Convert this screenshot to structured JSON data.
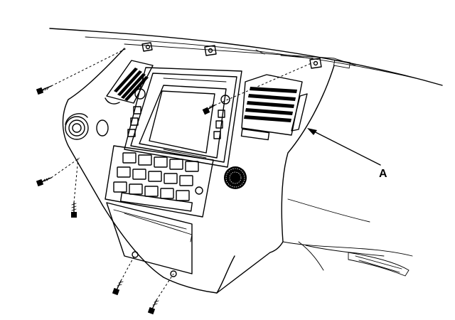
{
  "figure": {
    "callouts": [
      {
        "label": "A",
        "target": "center-fascia-panel"
      }
    ],
    "fasteners": [
      "screw",
      "screw",
      "screw",
      "screw",
      "screw",
      "screw"
    ]
  }
}
